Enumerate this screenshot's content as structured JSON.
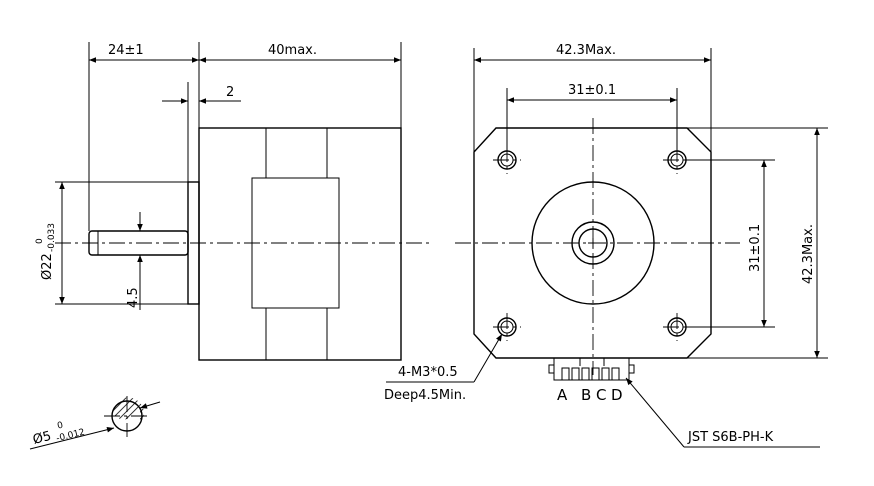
{
  "dimensions": {
    "shaft_length": "24±1",
    "body_length": "40max.",
    "flange_offset": "2",
    "shaft_diameter": "Ø22",
    "shaft_diameter_tol_upper": "0",
    "shaft_diameter_tol_lower": "-0.033",
    "shaft_flat": "4.5",
    "width_top": "42.3Max.",
    "hole_spacing_top": "31±0.1",
    "hole_spacing_side": "31±0.1",
    "height_side": "42.3Max.",
    "shaft_section_diameter": "Ø5",
    "shaft_section_tol_upper": "0",
    "shaft_section_tol_lower": "-0.012"
  },
  "annotations": {
    "thread": "4-M3*0.5",
    "depth": "Deep4.5Min.",
    "connector": "JST S6B-PH-K",
    "pin_a": "A",
    "pin_b": "B",
    "pin_c": "C",
    "pin_d": "D"
  }
}
